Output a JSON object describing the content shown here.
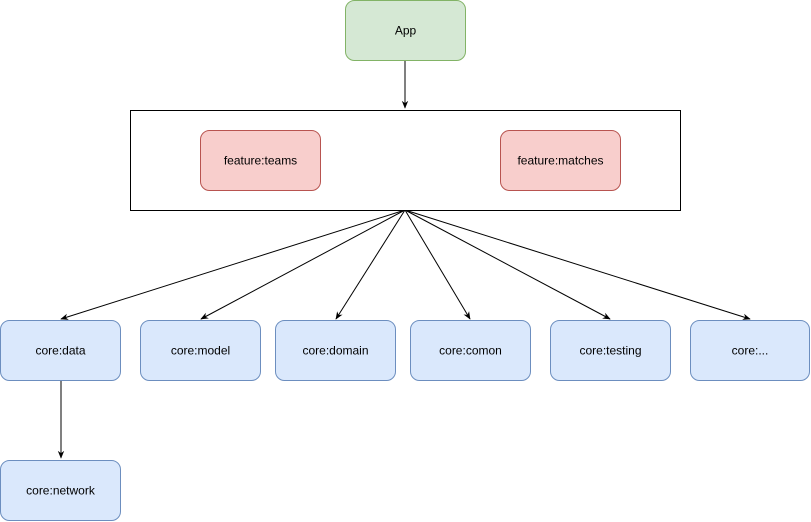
{
  "diagram": {
    "colors": {
      "app_fill": "#d5e8d4",
      "app_stroke": "#82b366",
      "feature_fill": "#f8cecc",
      "feature_stroke": "#b85450",
      "core_fill": "#dae8fc",
      "core_stroke": "#6c8ebf",
      "group_stroke": "#000000",
      "edge": "#000000"
    },
    "app": {
      "label": "App"
    },
    "features": [
      {
        "label": "feature:teams"
      },
      {
        "label": "feature:matches"
      }
    ],
    "core": [
      {
        "label": "core:data"
      },
      {
        "label": "core:model"
      },
      {
        "label": "core:domain"
      },
      {
        "label": "core:comon"
      },
      {
        "label": "core:testing"
      },
      {
        "label": "core:..."
      }
    ],
    "network": {
      "label": "core:network"
    }
  }
}
